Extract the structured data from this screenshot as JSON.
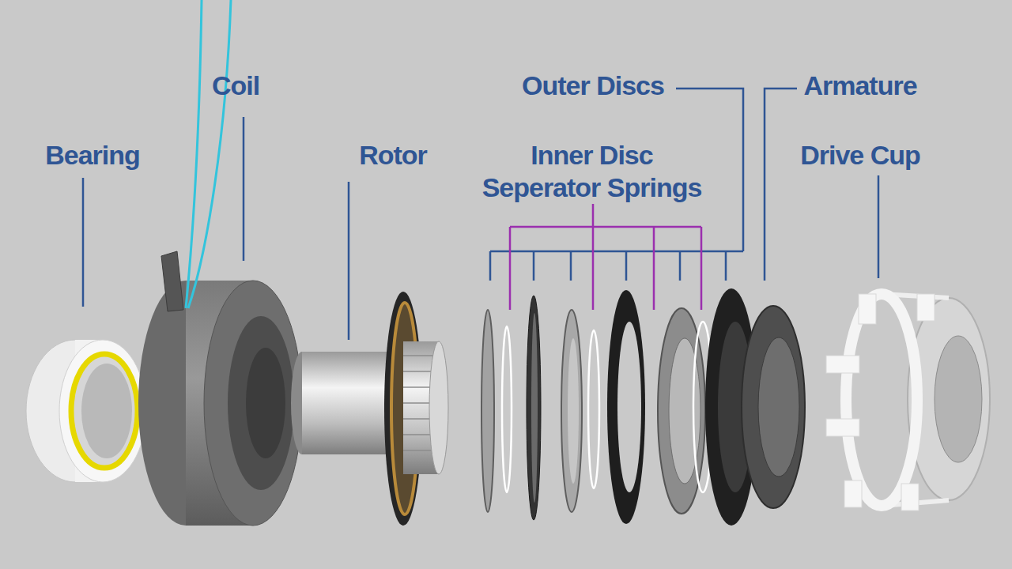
{
  "diagram": {
    "labels": [
      "Bearing",
      "Coil",
      "Rotor",
      "Outer Discs",
      "Inner Disc Seperator Springs",
      "Armature",
      "Drive Cup"
    ]
  }
}
